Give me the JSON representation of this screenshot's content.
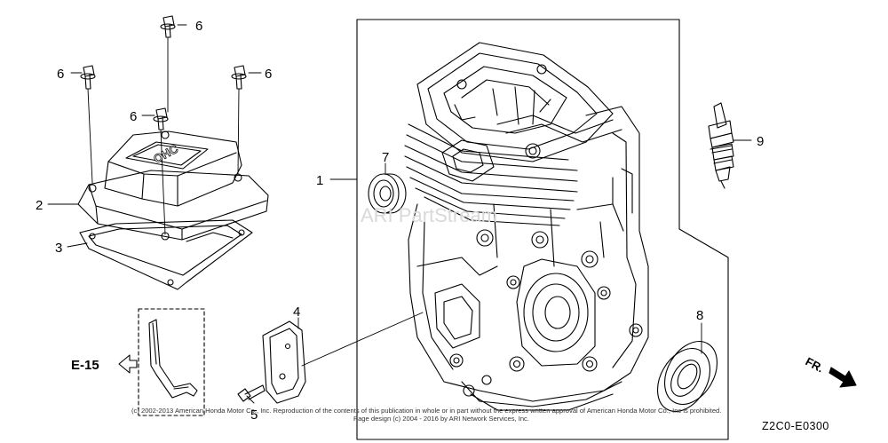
{
  "callouts": {
    "c1": "1",
    "c2": "2",
    "c3": "3",
    "c4": "4",
    "c5": "5",
    "c6a": "6",
    "c6b": "6",
    "c6c": "6",
    "c6d": "6",
    "c7": "7",
    "c8": "8",
    "c9": "9"
  },
  "reference": {
    "label": "E-15"
  },
  "direction": {
    "label": "FR."
  },
  "diagram_code": "Z2C0-E0300",
  "watermark": "ARI PartStream",
  "copyright_line1": "(c) 2002-2013 American Honda Motor Co., Inc. Reproduction of the contents of this publication in whole or in part without the express written approval of American Honda Motor Co., Inc is prohibited.",
  "copyright_line2": "Page design (c) 2004 - 2016 by ARI Network Services, Inc.",
  "cover_logo_text": "OHC",
  "colors": {
    "line": "#000000",
    "background": "#ffffff",
    "watermark": "#d9d9d9"
  }
}
